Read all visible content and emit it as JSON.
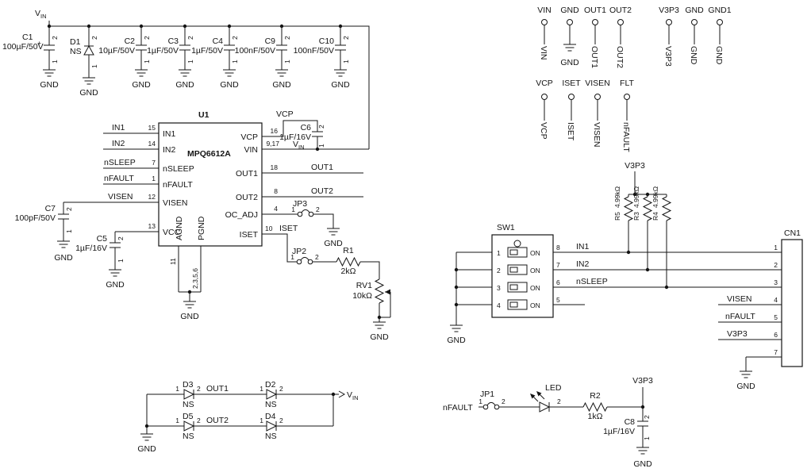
{
  "colors": {
    "ink": "#141414",
    "bg": "#ffffff"
  },
  "labels": {
    "v": "V",
    "in_sub": "IN",
    "plus": "+"
  },
  "pins": {
    "p1": "1",
    "p2": "2"
  },
  "nets": {
    "gnd": "GND",
    "vcp": "VCP",
    "v3p3": "V3P3",
    "out1": "OUT1",
    "out2": "OUT2",
    "iset": "ISET",
    "nfault": "nFAULT",
    "visen": "VISEN"
  },
  "caps": {
    "c1": {
      "ref": "C1",
      "val": "100µF/50V"
    },
    "c2": {
      "ref": "C2",
      "val": "10µF/50V"
    },
    "c3": {
      "ref": "C3",
      "val": "1µF/50V"
    },
    "c4": {
      "ref": "C4",
      "val": "1µF/50V"
    },
    "c5": {
      "ref": "C5",
      "val": "1µF/16V"
    },
    "c6": {
      "ref": "C6",
      "val": "1µF/16V"
    },
    "c7": {
      "ref": "C7",
      "val": "100pF/50V"
    },
    "c8": {
      "ref": "C8",
      "val": "1µF/16V"
    },
    "c9": {
      "ref": "C9",
      "val": "100nF/50V"
    },
    "c10": {
      "ref": "C10",
      "val": "100nF/50V"
    }
  },
  "diodes": {
    "d1": {
      "ref": "D1",
      "val": "NS"
    },
    "d2": {
      "ref": "D2",
      "val": "NS"
    },
    "d3": {
      "ref": "D3",
      "val": "NS"
    },
    "d4": {
      "ref": "D4",
      "val": "NS"
    },
    "d5": {
      "ref": "D5",
      "val": "NS"
    },
    "led": {
      "ref": "LED"
    }
  },
  "resistors": {
    "r1": {
      "ref": "R1",
      "val": "2kΩ"
    },
    "r2": {
      "ref": "R2",
      "val": "1kΩ"
    },
    "r3": {
      "ref": "R3",
      "val": "4.99kΩ"
    },
    "r4": {
      "ref": "R4",
      "val": "4.99kΩ"
    },
    "r5": {
      "ref": "R5",
      "val": "4.99kΩ"
    },
    "rv1": {
      "ref": "RV1",
      "val": "10kΩ"
    }
  },
  "jumpers": {
    "jp1": "JP1",
    "jp2": "JP2",
    "jp3": "JP3"
  },
  "u1": {
    "ref": "U1",
    "part": "MPQ6612A",
    "left_pins": [
      {
        "num": "15",
        "name": "IN1"
      },
      {
        "num": "14",
        "name": "IN2"
      },
      {
        "num": "7",
        "name": "nSLEEP"
      },
      {
        "num": "1",
        "name": "nFAULT"
      },
      {
        "num": "12",
        "name": "VISEN"
      },
      {
        "num": "13",
        "name": "VCC"
      }
    ],
    "bottom_pins": [
      {
        "num": "11",
        "name": "AGND"
      },
      {
        "num": "2,3,5,6",
        "name": "PGND"
      }
    ],
    "right_pins": [
      {
        "num": "16",
        "name": "VCP"
      },
      {
        "num": "9,17",
        "name": "VIN"
      },
      {
        "num": "18",
        "name": "OUT1"
      },
      {
        "num": "8",
        "name": "OUT2"
      },
      {
        "num": "4",
        "name": "OC_ADJ"
      },
      {
        "num": "10",
        "name": "ISET"
      }
    ]
  },
  "headers_row1": [
    {
      "name": "VIN",
      "net": "VIN"
    },
    {
      "name": "GND",
      "net": "GND"
    },
    {
      "name": "OUT1",
      "net": "OUT1"
    },
    {
      "name": "OUT2",
      "net": "OUT2"
    },
    {
      "name": "V3P3",
      "net": "V3P3"
    },
    {
      "name": "GND",
      "net": "GND"
    },
    {
      "name": "GND1",
      "net": "GND"
    }
  ],
  "headers_row2": [
    {
      "name": "VCP",
      "net": "VCP"
    },
    {
      "name": "ISET",
      "net": "ISET"
    },
    {
      "name": "VISEN",
      "net": "VISEN"
    },
    {
      "name": "FLT",
      "net": "nFAULT"
    }
  ],
  "sw1": {
    "ref": "SW1",
    "on": "ON",
    "left_pins": [
      "1",
      "2",
      "3",
      "4"
    ],
    "right_pins": [
      "8",
      "7",
      "6",
      "5"
    ],
    "right_nets": [
      "IN1",
      "IN2",
      "nSLEEP"
    ]
  },
  "cn1": {
    "ref": "CN1",
    "pins": [
      "1",
      "2",
      "3",
      "4",
      "5",
      "6",
      "7"
    ],
    "nets": {
      "visen": "VISEN",
      "nfault": "nFAULT",
      "v3p3": "V3P3"
    }
  }
}
